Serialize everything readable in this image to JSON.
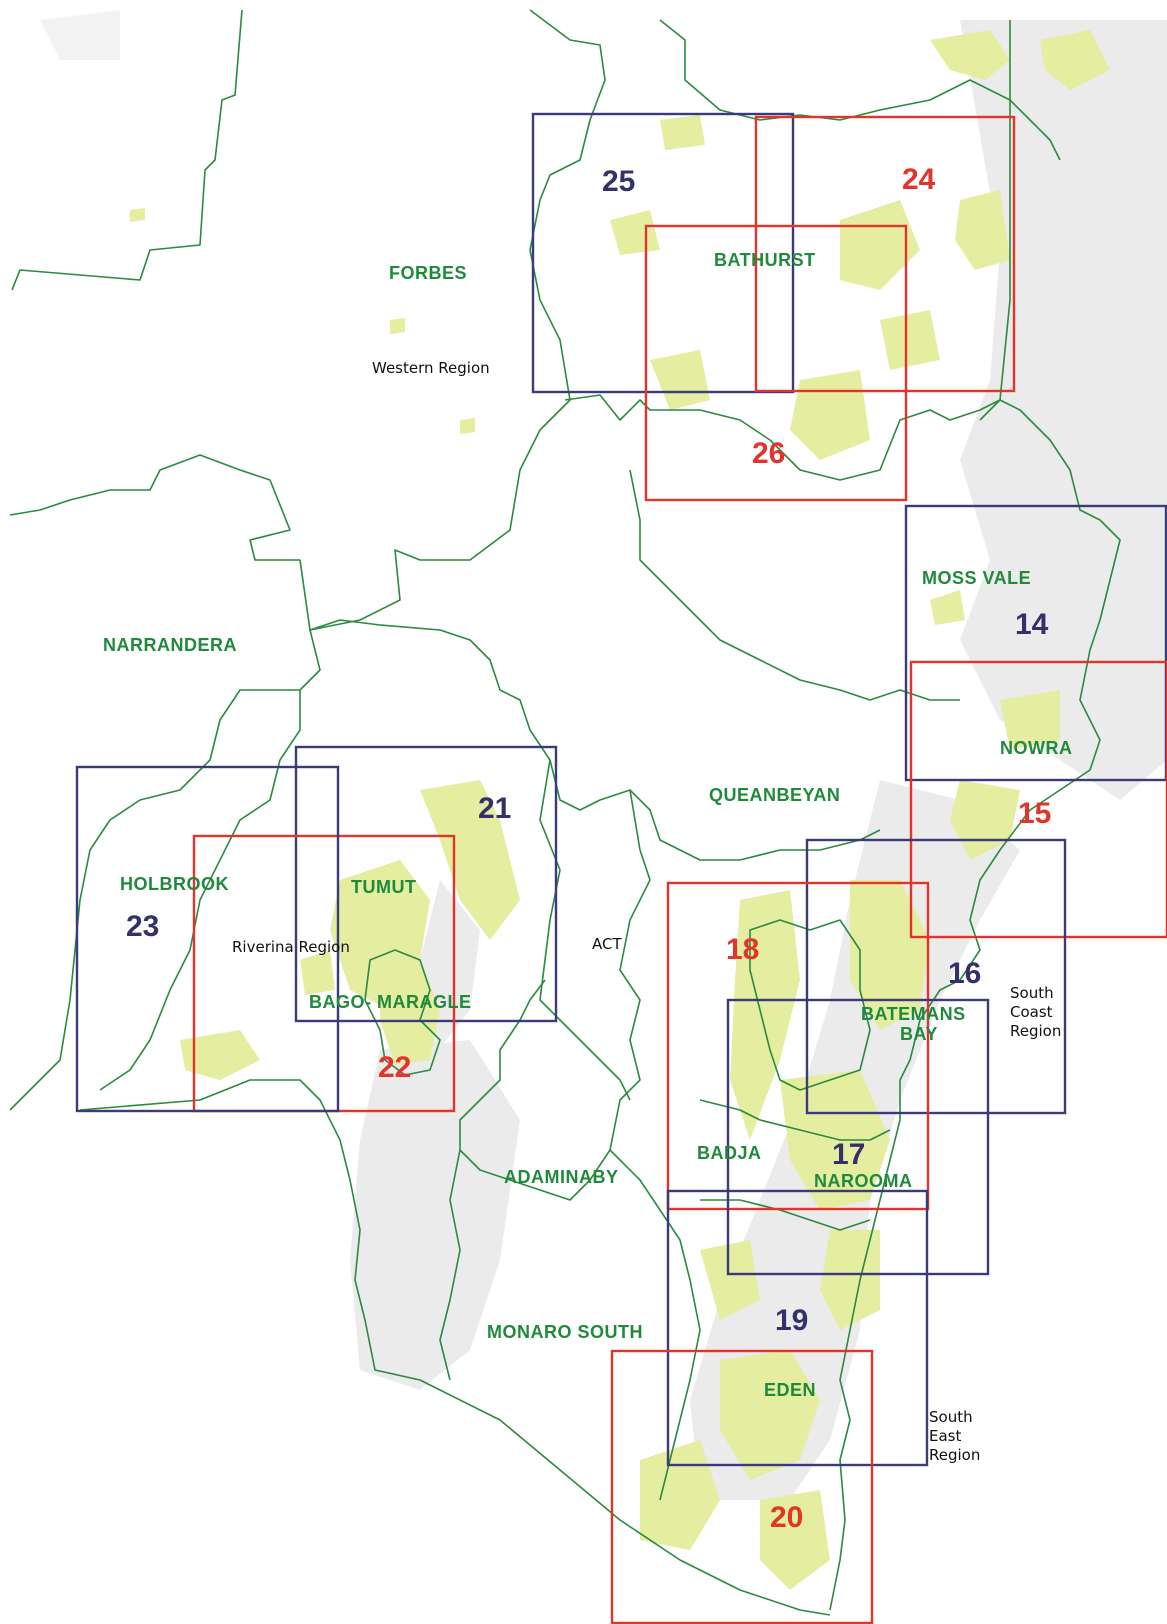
{
  "colors": {
    "forest_fill": "#e4eda0",
    "grey_land": "#ebebeb",
    "boundary": "#2a8a3e",
    "frame_red": "#e2342a",
    "frame_blue": "#3b3a7a",
    "area_label": "#1f8a3a"
  },
  "areas": {
    "forbes": "FORBES",
    "bathurst": "BATHURST",
    "narrandera": "NARRANDERA",
    "moss_vale": "MOSS VALE",
    "nowra": "NOWRA",
    "queanbeyan": "QUEANBEYAN",
    "holbrook": "HOLBROOK",
    "tumut": "TUMUT",
    "bago_maragle": "BAGO- MARAGLE",
    "batemans": "BATEMANS",
    "bay": "BAY",
    "badja": "BADJA",
    "narooma": "NAROOMA",
    "adaminaby": "ADAMINABY",
    "monaro_south": "MONARO SOUTH",
    "eden": "EDEN"
  },
  "regions": {
    "western": "Western Region",
    "riverina": "Riverina Region",
    "act": "ACT",
    "south_coast": [
      "South",
      "Coast",
      "Region"
    ],
    "south_east": [
      "South",
      "East",
      "Region"
    ]
  },
  "map_sheets": {
    "s14": "14",
    "s15": "15",
    "s16": "16",
    "s17": "17",
    "s18": "18",
    "s19": "19",
    "s20": "20",
    "s21": "21",
    "s22": "22",
    "s23": "23",
    "s24": "24",
    "s25": "25",
    "s26": "26"
  }
}
